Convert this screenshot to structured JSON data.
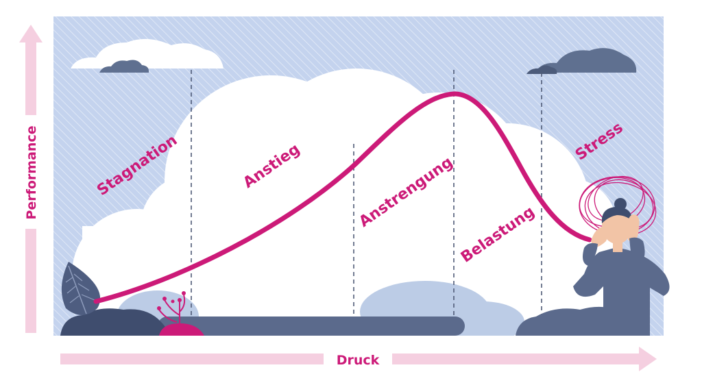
{
  "axes": {
    "x_label": "Druck",
    "y_label": "Performance"
  },
  "phases": [
    {
      "label": "Stagnation"
    },
    {
      "label": "Anstieg"
    },
    {
      "label": "Anstrengung"
    },
    {
      "label": "Belastung"
    },
    {
      "label": "Stress"
    }
  ],
  "colors": {
    "curve": "#cc1a78",
    "axis_arrow": "#f5cfe0",
    "sky": "#c4d3ee",
    "cloud_white": "#ffffff",
    "cloud_dark": "#5f7090",
    "cloud_light": "#bccce6",
    "ground": "#5b6a8c"
  },
  "icons": [
    "leaf-icon",
    "flower-icon",
    "stressed-woman-icon",
    "scribble-icon",
    "storm-cloud-icon",
    "small-cloud-icon"
  ]
}
